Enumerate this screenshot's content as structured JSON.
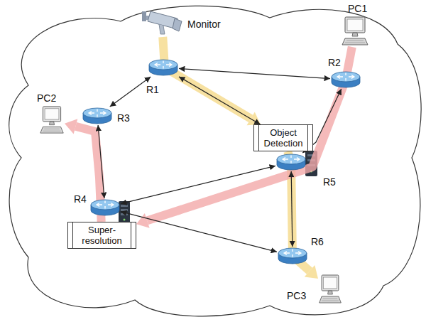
{
  "diagram": {
    "nodes": [
      {
        "text": [
          "Monitor"
        ]
      },
      {
        "text": [
          "PC1"
        ]
      },
      {
        "text": [
          "R1"
        ]
      },
      {
        "text": [
          "R2"
        ]
      },
      {
        "text": [
          "PC2"
        ]
      },
      {
        "text": [
          "R3"
        ]
      },
      {
        "text": [
          "Object Detection"
        ]
      },
      {
        "text": [
          "R5"
        ]
      },
      {
        "text": [
          "R4"
        ]
      },
      {
        "text": [
          "Super-resolution"
        ]
      },
      {
        "text": [
          "R6"
        ]
      },
      {
        "text": [
          "PC3"
        ]
      }
    ],
    "edges": [
      {
        "from": 2,
        "to": 3,
        "arrow": "both"
      },
      {
        "from": 2,
        "to": 5,
        "arrow": "both"
      },
      {
        "from": 2,
        "to": 6,
        "arrow": "both"
      },
      {
        "from": 7,
        "to": 3,
        "arrow": "both"
      },
      {
        "from": 5,
        "to": 8,
        "arrow": "both"
      },
      {
        "from": 8,
        "to": 7,
        "arrow": "both"
      },
      {
        "from": 8,
        "to": 10,
        "arrow": "both"
      },
      {
        "from": 7,
        "to": 10,
        "arrow": "both"
      },
      {
        "from": 0,
        "to": 6,
        "arrow": "to"
      },
      {
        "from": 6,
        "to": 11,
        "arrow": "to"
      },
      {
        "from": 1,
        "to": 9,
        "arrow": "to"
      },
      {
        "from": 9,
        "to": 4,
        "arrow": "to"
      }
    ]
  }
}
